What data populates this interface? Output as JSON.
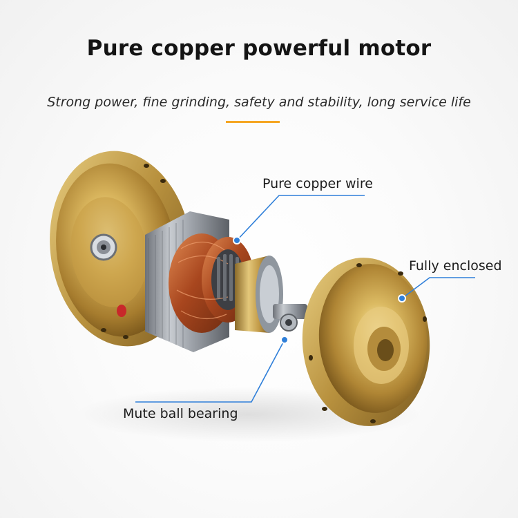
{
  "header": {
    "title": "Pure copper powerful motor",
    "subtitle": "Strong power, fine grinding, safety and stability, long service life"
  },
  "callouts": {
    "copper_wire": "Pure copper wire",
    "fully_enclosed": "Fully enclosed",
    "ball_bearing": "Mute ball bearing"
  },
  "colors": {
    "accent": "#f5a623",
    "callout_line": "#2f7fd9",
    "gold": "#c9a04a",
    "copper": "#b5562a",
    "steel": "#8a8f96"
  }
}
